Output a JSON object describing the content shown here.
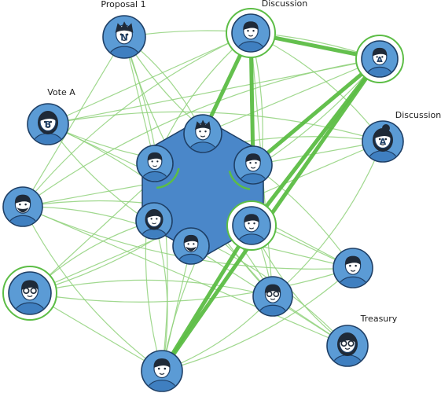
{
  "labels": {
    "proposal": "Proposal 1",
    "discussion_top": "Discussion",
    "discussion_right": "Discussion",
    "vote": "Vote A",
    "treasury": "Treasury"
  },
  "avatar_letters": {
    "proposal": "N",
    "vote": "B",
    "discussion_right_a": "A",
    "discussion_right_b": "A"
  },
  "colors": {
    "node_fill": "#5b9bd5",
    "node_fill_dark": "#3f7fc0",
    "node_stroke": "#1e3f66",
    "hex_fill": "#4a87c9",
    "edge_light": "#8fd17a",
    "edge_strong": "#5cbd45",
    "ring": "#5cbd45",
    "face_skin": "#ffffff",
    "hair": "#1f2a38"
  }
}
